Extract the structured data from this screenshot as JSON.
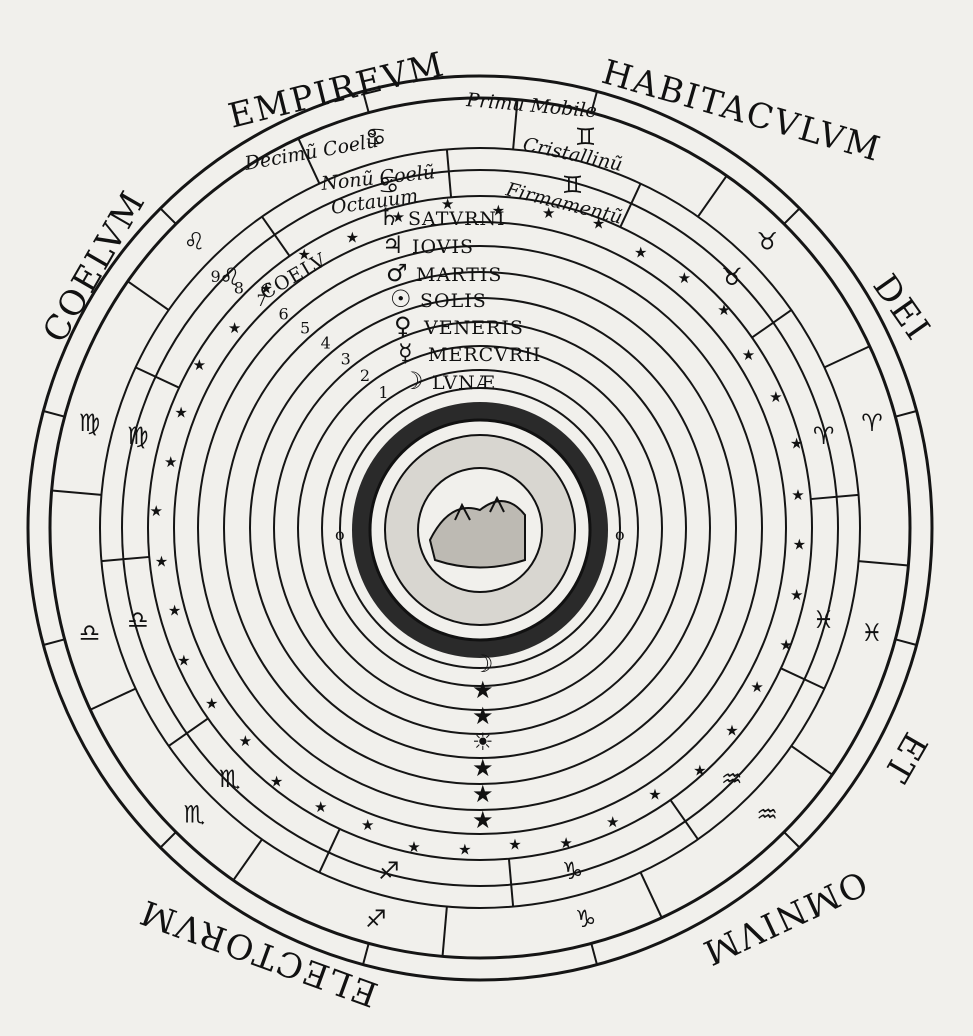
{
  "outer_inscription": {
    "empireum": "EMPIREVM",
    "habitaculum": "HABITACVLVM",
    "dei": "DEI",
    "et": "ET",
    "omnium": "OMNIVM",
    "electorum": "ELECTORVM",
    "coelum": "COELVM"
  },
  "sphere_labels": {
    "primum_mobile": "Primu Mobile",
    "decimum_coelum": "Decimũ Coelũ",
    "nonum_coelum": "Nonũ Coelũ",
    "cristallinum": "Cristallinũ",
    "octauum": "Octauum",
    "firmamentum": "Firmamentũ"
  },
  "planets": [
    {
      "symbol": "♄",
      "label": "SATVRNI"
    },
    {
      "symbol": "♃",
      "label": "IOVIS"
    },
    {
      "symbol": "♂",
      "label": "MARTIS"
    },
    {
      "symbol": "☉",
      "label": "SOLIS"
    },
    {
      "symbol": "♀",
      "label": "VENERIS"
    },
    {
      "symbol": "☿",
      "label": "MERCVRII"
    },
    {
      "symbol": "☽",
      "label": "LVNÆ"
    }
  ],
  "coelum_label": "COELV",
  "sphere_numbers": [
    "1",
    "2",
    "3",
    "4",
    "5",
    "6",
    "7",
    "8",
    "9"
  ],
  "zodiac_glyphs": [
    "♋",
    "♊",
    "♉",
    "♈",
    "♓",
    "♒",
    "♑",
    "♐",
    "♏",
    "♎",
    "♍",
    "♌"
  ],
  "center_marks": {
    "left": "o",
    "right": "o"
  }
}
